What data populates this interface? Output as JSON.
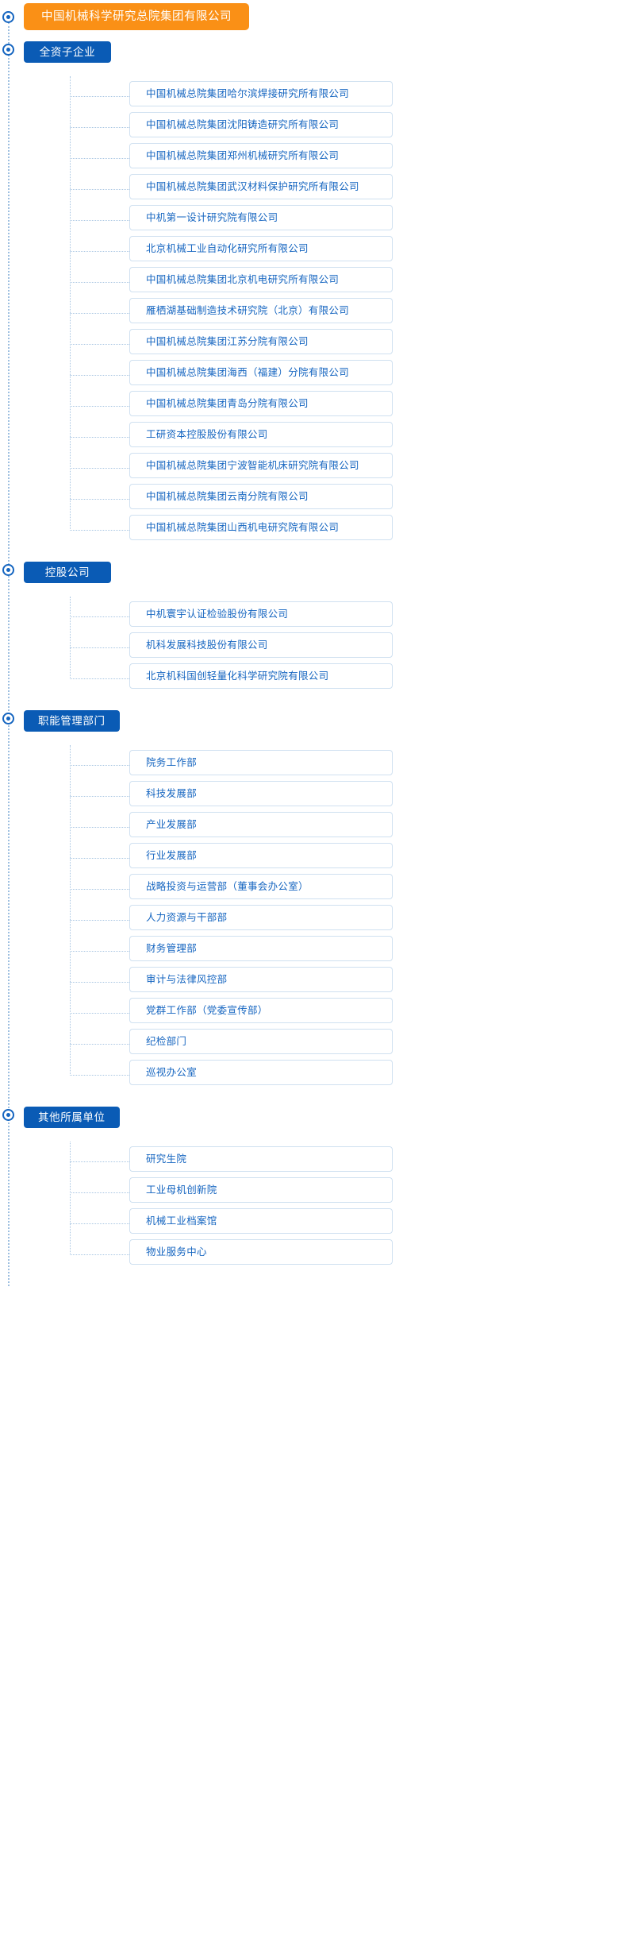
{
  "chart_title": "中国机械科学研究总院集团有限公司",
  "colors": {
    "root_bg": "#FA9016",
    "group_bg": "#0A5BB5",
    "item_text": "#1565C0",
    "item_border": "#cfe0f0",
    "connector": "#a9c6e2",
    "marker": "#1565C0"
  },
  "icons": {
    "spine_marker": "radio-dot-icon"
  },
  "root": {
    "label": "中国机械科学研究总院集团有限公司"
  },
  "groups": [
    {
      "label": "全资子企业",
      "items": [
        "中国机械总院集团哈尔滨焊接研究所有限公司",
        "中国机械总院集团沈阳铸造研究所有限公司",
        "中国机械总院集团郑州机械研究所有限公司",
        "中国机械总院集团武汉材料保护研究所有限公司",
        "中机第一设计研究院有限公司",
        "北京机械工业自动化研究所有限公司",
        "中国机械总院集团北京机电研究所有限公司",
        "雁栖湖基础制造技术研究院（北京）有限公司",
        "中国机械总院集团江苏分院有限公司",
        "中国机械总院集团海西（福建）分院有限公司",
        "中国机械总院集团青岛分院有限公司",
        "工研资本控股股份有限公司",
        "中国机械总院集团宁波智能机床研究院有限公司",
        "中国机械总院集团云南分院有限公司",
        "中国机械总院集团山西机电研究院有限公司"
      ]
    },
    {
      "label": "控股公司",
      "items": [
        "中机寰宇认证检验股份有限公司",
        "机科发展科技股份有限公司",
        "北京机科国创轻量化科学研究院有限公司"
      ]
    },
    {
      "label": "职能管理部门",
      "items": [
        "院务工作部",
        "科技发展部",
        "产业发展部",
        "行业发展部",
        "战略投资与运营部（董事会办公室）",
        "人力资源与干部部",
        "财务管理部",
        "审计与法律风控部",
        "党群工作部（党委宣传部）",
        "纪检部门",
        "巡视办公室"
      ]
    },
    {
      "label": "其他所属单位",
      "items": [
        "研究生院",
        "工业母机创新院",
        "机械工业档案馆",
        "物业服务中心"
      ]
    }
  ]
}
